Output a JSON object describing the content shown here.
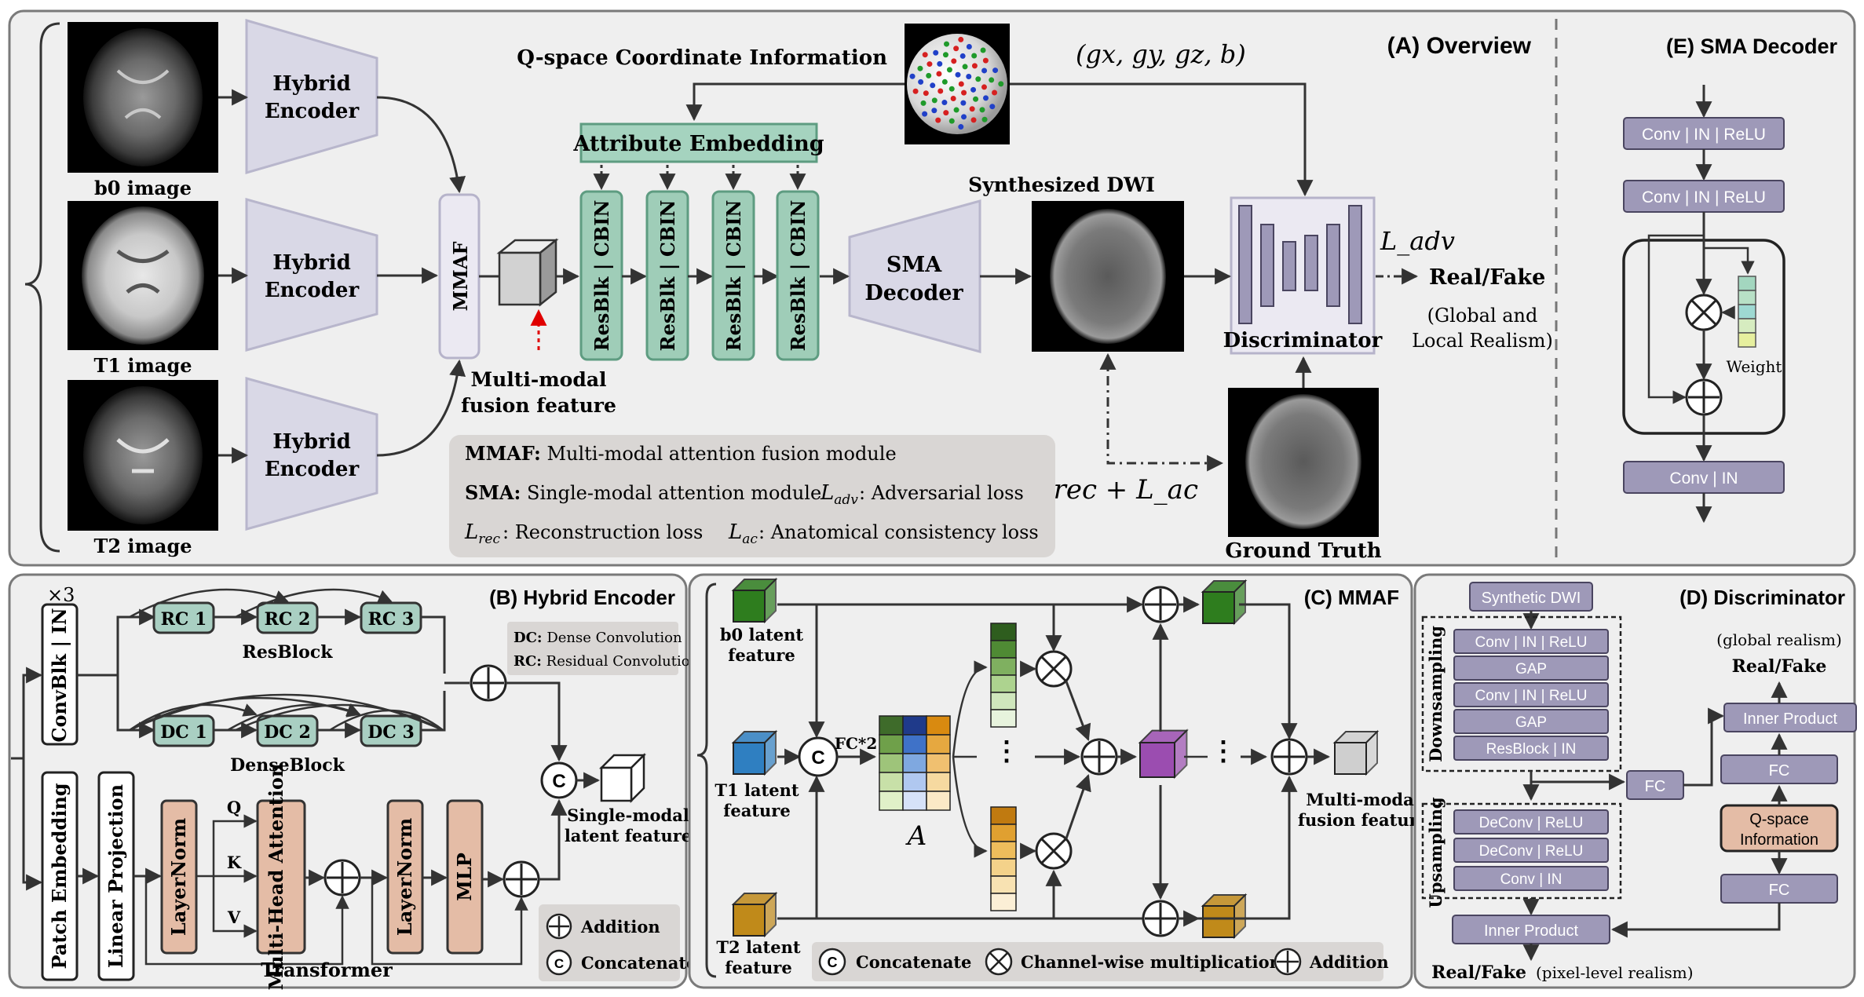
{
  "overview": {
    "title": "(A) Overview",
    "b0_label": "b0 image",
    "t1_label": "T1 image",
    "t2_label": "T2 image",
    "encoder_line1": "Hybrid",
    "encoder_line2": "Encoder",
    "mmaf": "MMAF",
    "fusion_line1": "Multi-modal",
    "fusion_line2": "fusion feature",
    "qspace": "Q-space Coordinate Information",
    "coords": "(gx, gy, gz, b)",
    "attr_embedding": "Attribute Embedding",
    "resblk": "ResBlk | CBIN",
    "sma_line1": "SMA",
    "sma_line2": "Decoder",
    "synth_dwi": "Synthesized DWI",
    "discriminator": "Discriminator",
    "l_adv": "L_adv",
    "real_fake": "Real/Fake",
    "realism_line1": "(Global and",
    "realism_line2": "Local Realism)",
    "ground_truth": "Ground Truth",
    "loss_sum": "L_rec + L_ac",
    "legend": {
      "mmaf_key": "MMAF:",
      "mmaf_desc": "Multi-modal attention fusion module",
      "sma_key": "SMA:",
      "sma_desc": "Single-modal attention module",
      "adv_desc": ": Adversarial loss",
      "rec_desc": ": Reconstruction loss",
      "ac_desc": ": Anatomical consistency loss"
    }
  },
  "sma_decoder": {
    "title": "(E) SMA Decoder",
    "block1": "Conv | IN | ReLU",
    "block2": "Conv | IN | ReLU",
    "weight": "Weight",
    "block3": "Conv | IN",
    "weight_colors": [
      "#a3d6bf",
      "#b8e0c6",
      "#9ed9d2",
      "#d6ecc0",
      "#e6ef9e"
    ]
  },
  "hybrid_encoder": {
    "title": "(B) Hybrid Encoder",
    "x3": "×3",
    "convblk": "ConvBlk | IN",
    "rc1": "RC 1",
    "rc2": "RC 2",
    "rc3": "RC 3",
    "resblock": "ResBlock",
    "dc1": "DC 1",
    "dc2": "DC 2",
    "dc3": "DC 3",
    "denseblock": "DenseBlock",
    "dc_key": "DC:",
    "dc_desc": "Dense Convolution",
    "rc_key": "RC:",
    "rc_desc": "Residual Convolution",
    "patch_embedding": "Patch Embedding",
    "linear_projection": "Linear Projection",
    "layernorm": "LayerNorm",
    "mha": "Multi-Head Attention",
    "q": "Q",
    "k": "K",
    "v": "V",
    "mlp": "MLP",
    "transformer": "Transformer",
    "concat_symbol": "C",
    "single_line1": "Single-modal",
    "single_line2": "latent feature",
    "addition": "Addition",
    "concatenate": "Concatenate"
  },
  "mmaf": {
    "title": "(C) MMAF",
    "b0_line1": "b0 latent",
    "b0_line2": "feature",
    "t1_line1": "T1 latent",
    "t1_line2": "feature",
    "t2_line1": "T2 latent",
    "t2_line2": "feature",
    "fc2": "FC*2",
    "attn_symbol": "A",
    "out_line1": "Multi-modal",
    "out_line2": "fusion feature",
    "concatenate": "Concatenate",
    "channel_mult": "Channel-wise multiplication",
    "addition": "Addition",
    "colors": {
      "green": "#2e7d1e",
      "blue": "#2f7fc1",
      "gold": "#c08a1a",
      "magenta": "#9b4db0",
      "gray": "#cfcfcf"
    }
  },
  "discriminator": {
    "title": "(D) Discriminator",
    "synthetic": "Synthetic DWI",
    "downsampling": "Downsampling",
    "d1": "Conv | IN | ReLU",
    "d2": "GAP",
    "d3": "Conv | IN | ReLU",
    "d4": "GAP",
    "d5": "ResBlock | IN",
    "upsampling": "Upsampling",
    "u1": "DeConv | ReLU",
    "u2": "DeConv | ReLU",
    "u3": "Conv | IN",
    "fc": "FC",
    "global_realism": "(global realism)",
    "real_fake": "Real/Fake",
    "inner_product": "Inner Product",
    "q_line1": "Q-space",
    "q_line2": "Information",
    "pixel_realism": "(pixel-level realism)"
  }
}
